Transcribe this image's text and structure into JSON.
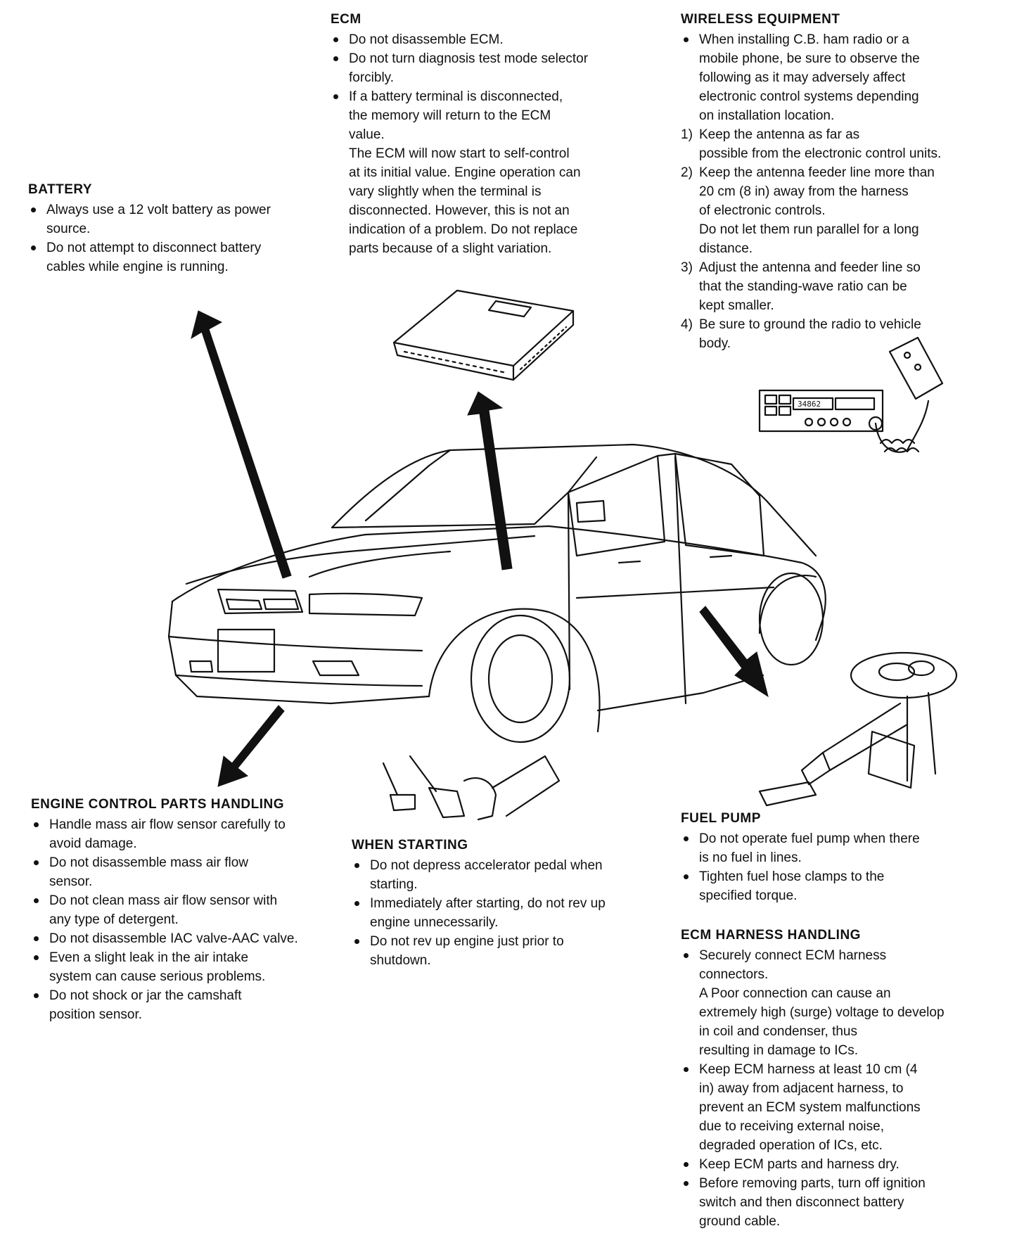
{
  "ecm": {
    "title": "ECM",
    "items": [
      [
        "Do not disassemble ECM."
      ],
      [
        "Do not turn diagnosis test mode selector",
        "forcibly."
      ],
      [
        "If a battery terminal is disconnected,",
        "the memory will return to the ECM",
        "value.",
        "The ECM will now start to self-control",
        "at its initial value. Engine operation can",
        "vary slightly when the terminal is",
        "disconnected. However, this is not an",
        "indication of a problem. Do not replace",
        "parts because of a slight variation."
      ]
    ]
  },
  "battery": {
    "title": "BATTERY",
    "items": [
      [
        "Always use a 12 volt battery as power",
        "source."
      ],
      [
        "Do not attempt to disconnect battery",
        "cables while engine is running."
      ]
    ]
  },
  "wireless": {
    "title": "WIRELESS EQUIPMENT",
    "intro": [
      "When installing C.B. ham radio or a",
      "mobile phone, be sure to observe the",
      "following as it may adversely affect",
      "electronic control systems depending",
      "on installation location."
    ],
    "steps": [
      {
        "num": "1)",
        "lines": [
          "Keep the antenna as far as",
          "possible from the electronic control units."
        ]
      },
      {
        "num": "2)",
        "lines": [
          "Keep the antenna feeder line more than",
          "20 cm (8 in) away from the harness",
          "of electronic controls.",
          "Do not let them run parallel for a long",
          "distance."
        ]
      },
      {
        "num": "3)",
        "lines": [
          "Adjust the antenna and feeder line so",
          "that the standing-wave ratio can be",
          "kept smaller."
        ]
      },
      {
        "num": "4)",
        "lines": [
          "Be sure to ground the radio to vehicle",
          "body."
        ]
      }
    ]
  },
  "engine_parts": {
    "title": "ENGINE CONTROL PARTS HANDLING",
    "items": [
      [
        "Handle mass air flow sensor carefully to",
        "avoid damage."
      ],
      [
        "Do not disassemble mass air flow",
        "sensor."
      ],
      [
        "Do not clean mass air flow sensor with",
        "any type of detergent."
      ],
      [
        "Do not disassemble IAC valve-AAC valve."
      ],
      [
        "Even a slight leak in the air intake",
        "system can cause serious problems."
      ],
      [
        "Do not shock or jar the camshaft",
        "position sensor."
      ]
    ]
  },
  "starting": {
    "title": "WHEN STARTING",
    "items": [
      [
        "Do not depress accelerator pedal when",
        "starting."
      ],
      [
        "Immediately after starting, do not rev up",
        "engine unnecessarily."
      ],
      [
        "Do not rev up engine just prior to",
        "shutdown."
      ]
    ]
  },
  "fuel_pump": {
    "title": "FUEL PUMP",
    "items": [
      [
        "Do not operate fuel pump when there",
        "is no fuel in lines."
      ],
      [
        "Tighten fuel hose clamps to the",
        "specified torque."
      ]
    ]
  },
  "harness": {
    "title": "ECM HARNESS HANDLING",
    "items": [
      [
        "Securely connect ECM harness",
        "connectors.",
        "A Poor connection can cause an",
        "extremely high (surge) voltage to develop",
        "in coil and condenser, thus",
        "resulting in damage to ICs."
      ],
      [
        "Keep ECM harness at least 10 cm (4",
        "in) away from adjacent harness, to",
        "prevent an ECM system malfunctions",
        "due to receiving external noise,",
        "degraded operation of ICs, etc."
      ],
      [
        "Keep ECM parts and harness dry."
      ],
      [
        "Before removing parts, turn off ignition",
        "switch and then disconnect battery",
        "ground cable."
      ]
    ]
  },
  "radio_display_text": "34862"
}
